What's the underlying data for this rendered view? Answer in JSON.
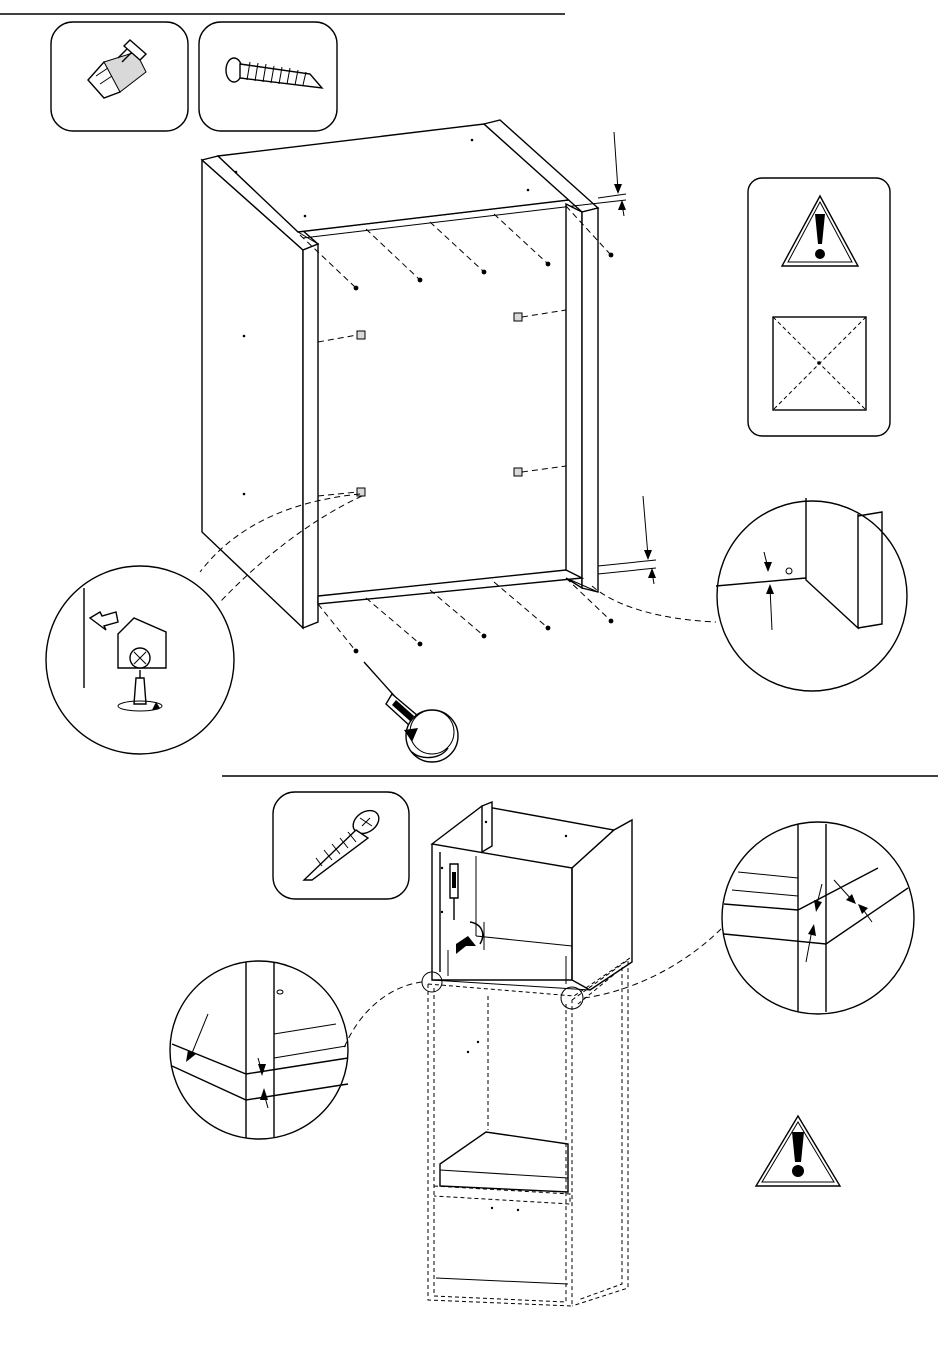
{
  "sheet": {
    "type": "assembly-instructions",
    "steps": [
      {
        "id": "step-1",
        "hardware": [
          "cam-fitting-icon",
          "chipboard-screw-icon"
        ],
        "tools": [
          "screwdriver-icon"
        ],
        "notes": [
          "warning-icon",
          "check-square-icon"
        ]
      },
      {
        "id": "step-2",
        "hardware": [
          "countersunk-screw-icon"
        ],
        "tools": [
          "screwdriver-icon"
        ],
        "notes": [
          "warning-icon"
        ]
      }
    ]
  }
}
